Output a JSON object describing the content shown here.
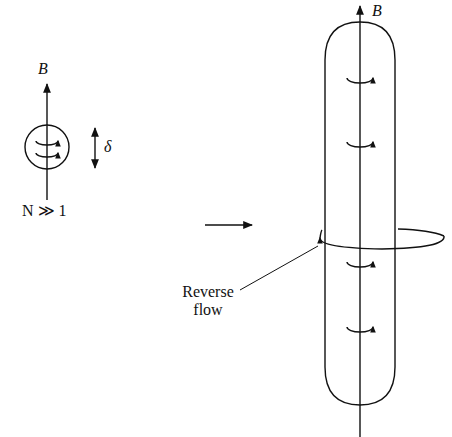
{
  "diagram": {
    "labels": [
      "B",
      "δ",
      "N ≫ 1",
      "B",
      "Reverse flow"
    ]
  }
}
